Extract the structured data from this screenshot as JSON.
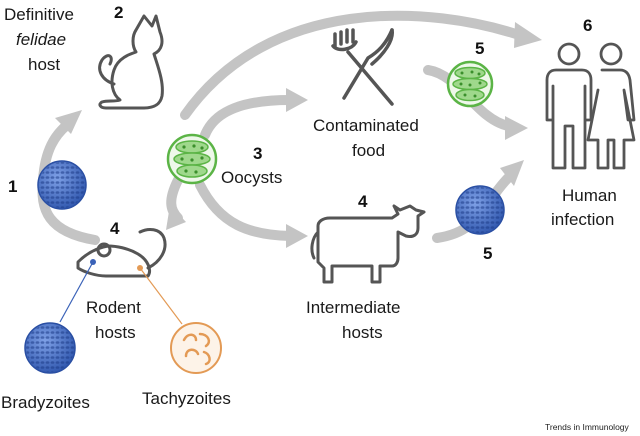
{
  "nodes": {
    "definitive_host": {
      "number": "2",
      "line1": "Definitive",
      "line2": "felidae",
      "line3": "host"
    },
    "oocysts": {
      "number": "3",
      "label": "Oocysts"
    },
    "contaminated_food": {
      "number": "5",
      "line1": "Contaminated",
      "line2": "food"
    },
    "human_infection": {
      "number": "6",
      "line1": "Human",
      "line2": "infection"
    },
    "rodent_hosts": {
      "number": "4",
      "line1": "Rodent",
      "line2": "hosts"
    },
    "intermediate_hosts": {
      "number": "4",
      "line1": "Intermediate",
      "line2": "hosts"
    },
    "bradyzoites": {
      "label": "Bradyzoites"
    },
    "tachyzoites": {
      "label": "Tachyzoites"
    },
    "cyst_left": {
      "number": "1"
    },
    "cyst_right": {
      "number": "5"
    }
  },
  "credit": "Trends in Immunology",
  "colors": {
    "arrow": "#c4c4c4",
    "icon": "#555555",
    "oocyst": "#5bb446",
    "cyst": "#3a62b8",
    "tachy": "#e39a55"
  }
}
